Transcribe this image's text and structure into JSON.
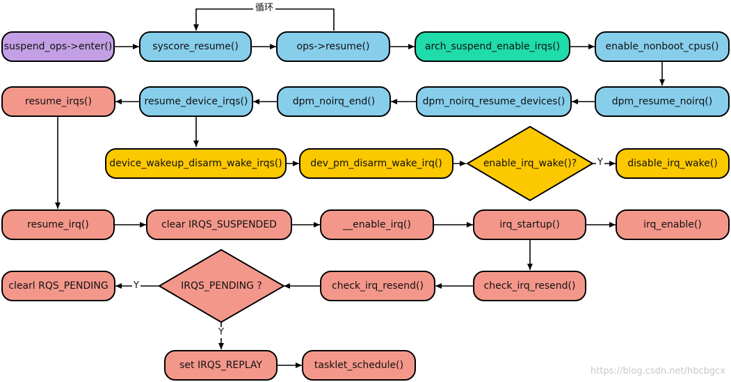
{
  "diagram": {
    "nodes": {
      "suspend_enter": "suspend_ops->enter()",
      "syscore_resume": "syscore_resume()",
      "ops_resume": "ops->resume()",
      "arch_enable_irqs": "arch_suspend_enable_irqs()",
      "enable_nonboot_cpus": "enable_nonboot_cpus()",
      "dpm_resume_noirq": "dpm_resume_noirq()",
      "dpm_noirq_resume_devices": "dpm_noirq_resume_devices()",
      "dpm_noirq_end": "dpm_noirq_end()",
      "resume_device_irqs": "resume_device_irqs()",
      "resume_irqs": "resume_irqs()",
      "device_wakeup_disarm": "device_wakeup_disarm_wake_irqs()",
      "dev_pm_disarm": "dev_pm_disarm_wake_irq()",
      "enable_irq_wake_q": "enable_irq_wake()?",
      "disable_irq_wake": "disable_irq_wake()",
      "resume_irq": "resume_irq()",
      "clear_suspended": "clear IRQS_SUSPENDED",
      "enable_irq_internal": "__enable_irq()",
      "irq_startup": "irq_startup()",
      "irq_enable": "irq_enable()",
      "check_resend_right": "check_irq_resend()",
      "check_resend_left": "check_irq_resend()",
      "irqs_pending_q": "IRQS_PENDING ?",
      "clear_pending": "clearl RQS_PENDING",
      "set_replay": "set IRQS_REPLAY",
      "tasklet_schedule": "tasklet_schedule()"
    },
    "edge_labels": {
      "loop": "循环",
      "yes_wake": "Y",
      "yes_pending_left": "Y",
      "yes_pending_down": "Y"
    },
    "colors": {
      "blue": "#87ceeb",
      "purple": "#c3a0e5",
      "green": "#1fdcaa",
      "yellow": "#fcc800",
      "red": "#f4978b"
    },
    "watermark": "https://blog.csdn.net/hbcbgcx"
  }
}
